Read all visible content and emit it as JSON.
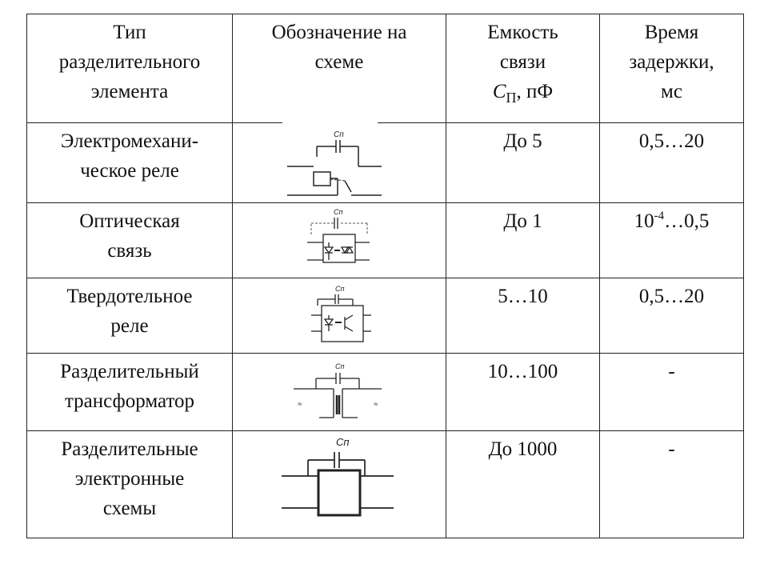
{
  "table": {
    "headers": {
      "col1": [
        "Тип",
        "разделительного",
        "элемента"
      ],
      "col2": [
        "Обозначение на",
        "схеме"
      ],
      "col3": {
        "line1": "Емкость",
        "line2": "связи",
        "sym_main": "C",
        "sym_sub": "П",
        "unit": ", пФ"
      },
      "col4": [
        "Время",
        "задержки,",
        "мс"
      ]
    },
    "rows": [
      {
        "type_lines": [
          "Электромехани-",
          "ческое реле"
        ],
        "symbol_icon": "relay-symbol-icon",
        "capacity": "До 5",
        "delay": {
          "text": "0,5…20"
        }
      },
      {
        "type_lines": [
          "Оптическая",
          "связь"
        ],
        "symbol_icon": "optocoupler-symbol-icon",
        "capacity": "До 1",
        "delay": {
          "base": "10",
          "exp": "-4",
          "rest": "…0,5"
        }
      },
      {
        "type_lines": [
          "Твердотельное",
          "реле"
        ],
        "symbol_icon": "solid-state-relay-symbol-icon",
        "capacity": "5…10",
        "delay": {
          "text": "0,5…20"
        }
      },
      {
        "type_lines": [
          "Разделительный",
          "трансформатор"
        ],
        "symbol_icon": "transformer-symbol-icon",
        "capacity": "10…100",
        "delay": {
          "text": "-"
        }
      },
      {
        "type_lines": [
          "Разделительные",
          "электронные",
          "схемы"
        ],
        "symbol_icon": "isolation-circuit-symbol-icon",
        "capacity": "До 1000",
        "delay": {
          "text": "-"
        }
      }
    ],
    "symbol_capacitor_label": "Сп",
    "symbol_capacitor_label_large": "Cп",
    "transformer_marks": [
      "≈",
      "≈"
    ]
  }
}
